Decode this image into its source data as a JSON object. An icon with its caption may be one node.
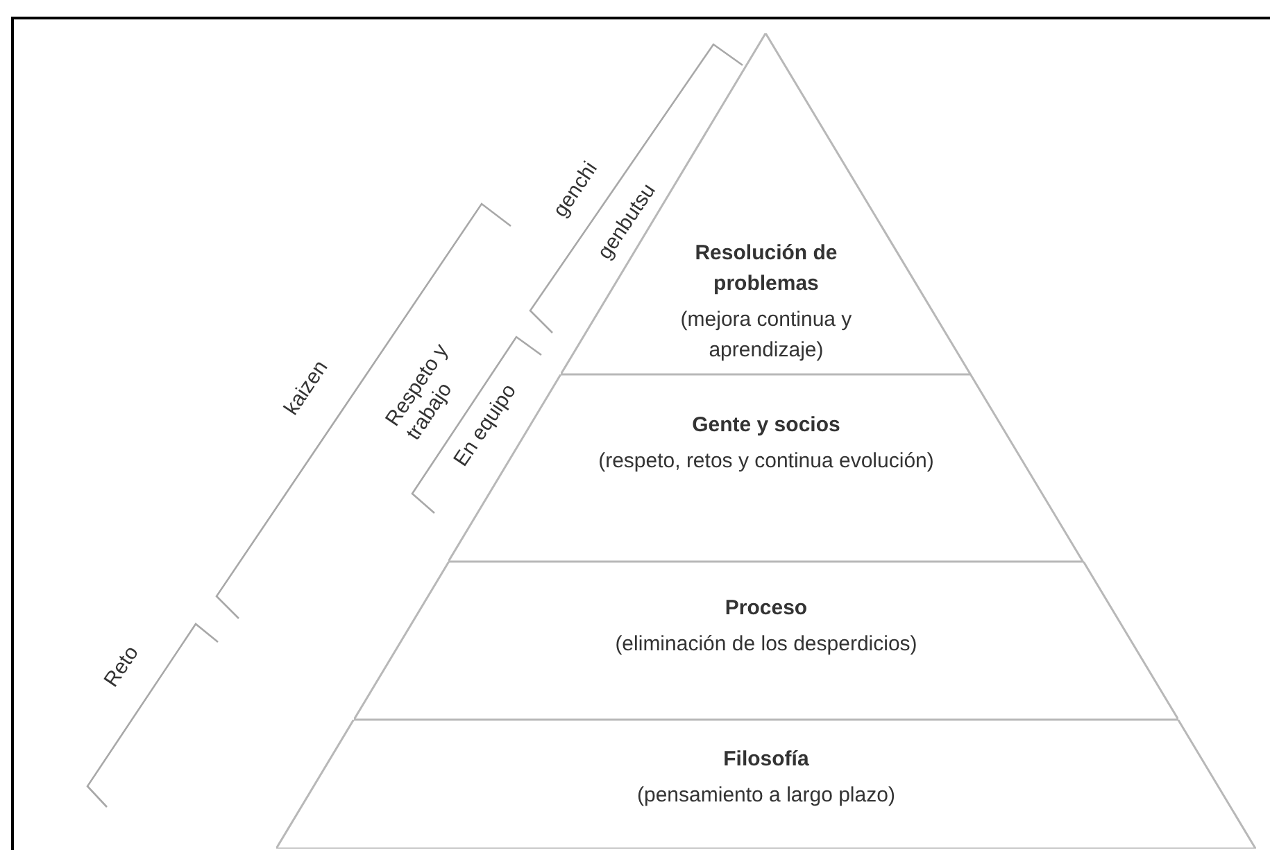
{
  "diagram": {
    "nodes": [
      {
        "text": [
          "Resolución de problemas",
          "(mejora continua y aprendizaje)"
        ]
      },
      {
        "text": [
          "Gente y socios",
          "(respeto, retos y continua evolución)"
        ]
      },
      {
        "text": [
          "Proceso",
          "(eliminación de los desperdicios)"
        ]
      },
      {
        "text": [
          "Filosofía",
          "(pensamiento a largo plazo)"
        ]
      }
    ],
    "labels": [
      "genchi",
      "genbutsu",
      "kaizen",
      "Respeto y trabajo",
      "En equipo",
      "Reto"
    ]
  }
}
